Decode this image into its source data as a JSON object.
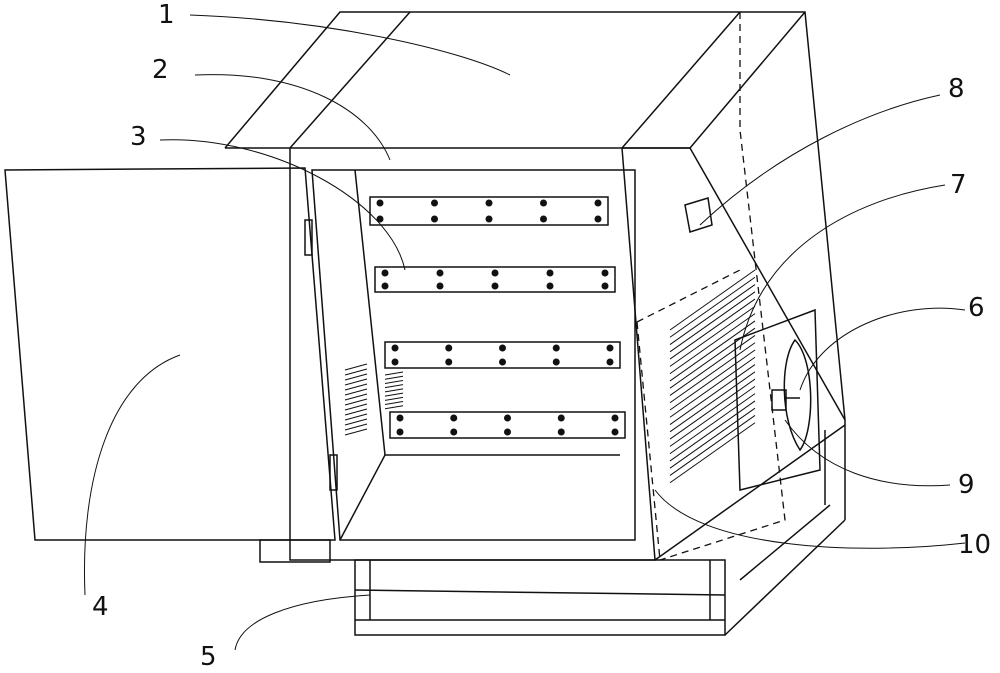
{
  "figure": {
    "labels": [
      "1",
      "2",
      "3",
      "4",
      "5",
      "6",
      "7",
      "8",
      "9",
      "10"
    ]
  }
}
